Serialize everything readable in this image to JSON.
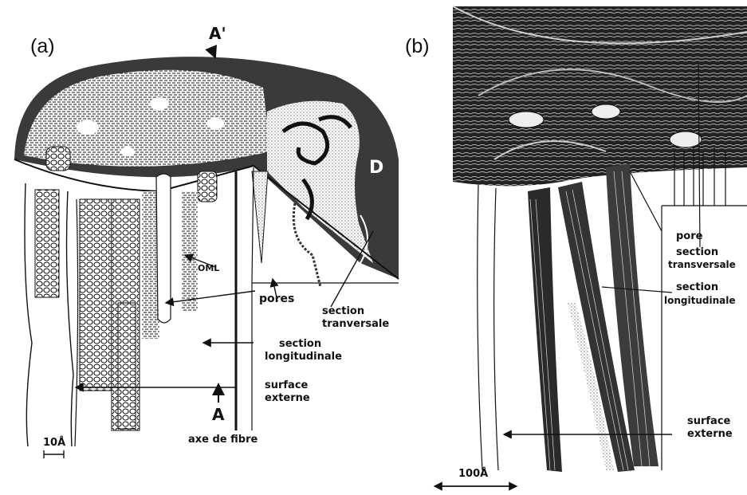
{
  "panel_a": {
    "letter": "(a)",
    "marker_top": "A'",
    "marker_bottom": "A",
    "region_d": "D",
    "oml": "OML",
    "pores": "pores",
    "section_tr_1": "section",
    "section_tr_2": "tranversale",
    "section_long_1": "section",
    "section_long_2": "longitudinale",
    "surface_1": "surface",
    "surface_2": "externe",
    "axis_caption": "axe de fibre",
    "scale": "10Å"
  },
  "panel_b": {
    "letter": "(b)",
    "pore": "pore",
    "section_tr_1": "section",
    "section_tr_2": "transversale",
    "section_long_1": "section",
    "section_long_2": "longitudinale",
    "surface_1": "surface",
    "surface_2": "externe",
    "scale": "100Å"
  }
}
